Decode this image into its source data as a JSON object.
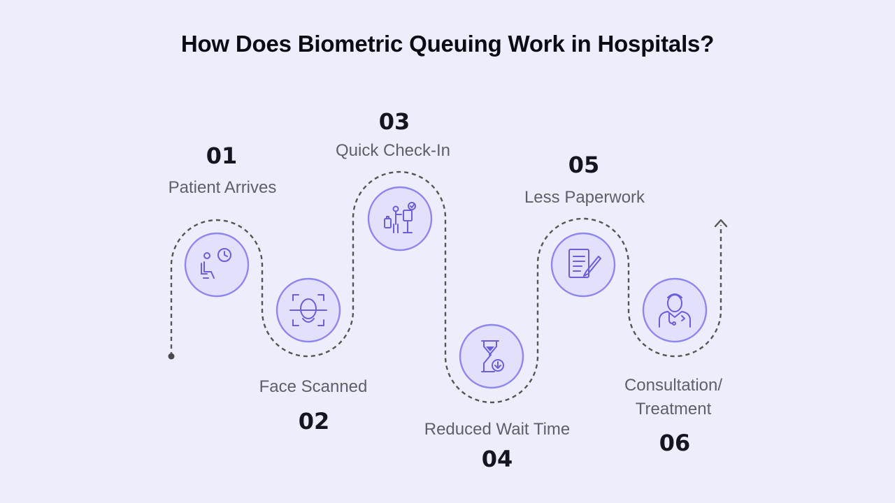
{
  "title": "How Does Biometric Queuing Work in Hospitals?",
  "colors": {
    "background": "#eeedfb",
    "node_fill": "#e3e0fb",
    "node_stroke": "#8f86ef",
    "icon": "#6a5fd9",
    "path": "#555555"
  },
  "steps": [
    {
      "number": "01",
      "label": "Patient Arrives",
      "icon": "waiting-patient-clock-icon"
    },
    {
      "number": "02",
      "label": "Face Scanned",
      "icon": "face-scan-icon"
    },
    {
      "number": "03",
      "label": "Quick Check-In",
      "icon": "check-in-kiosk-icon"
    },
    {
      "number": "04",
      "label": "Reduced Wait Time",
      "icon": "hourglass-down-icon"
    },
    {
      "number": "05",
      "label": "Less Paperwork",
      "icon": "document-pen-icon"
    },
    {
      "number": "06",
      "label_line1": "Consultation/",
      "label_line2": "Treatment",
      "icon": "doctor-icon"
    }
  ]
}
